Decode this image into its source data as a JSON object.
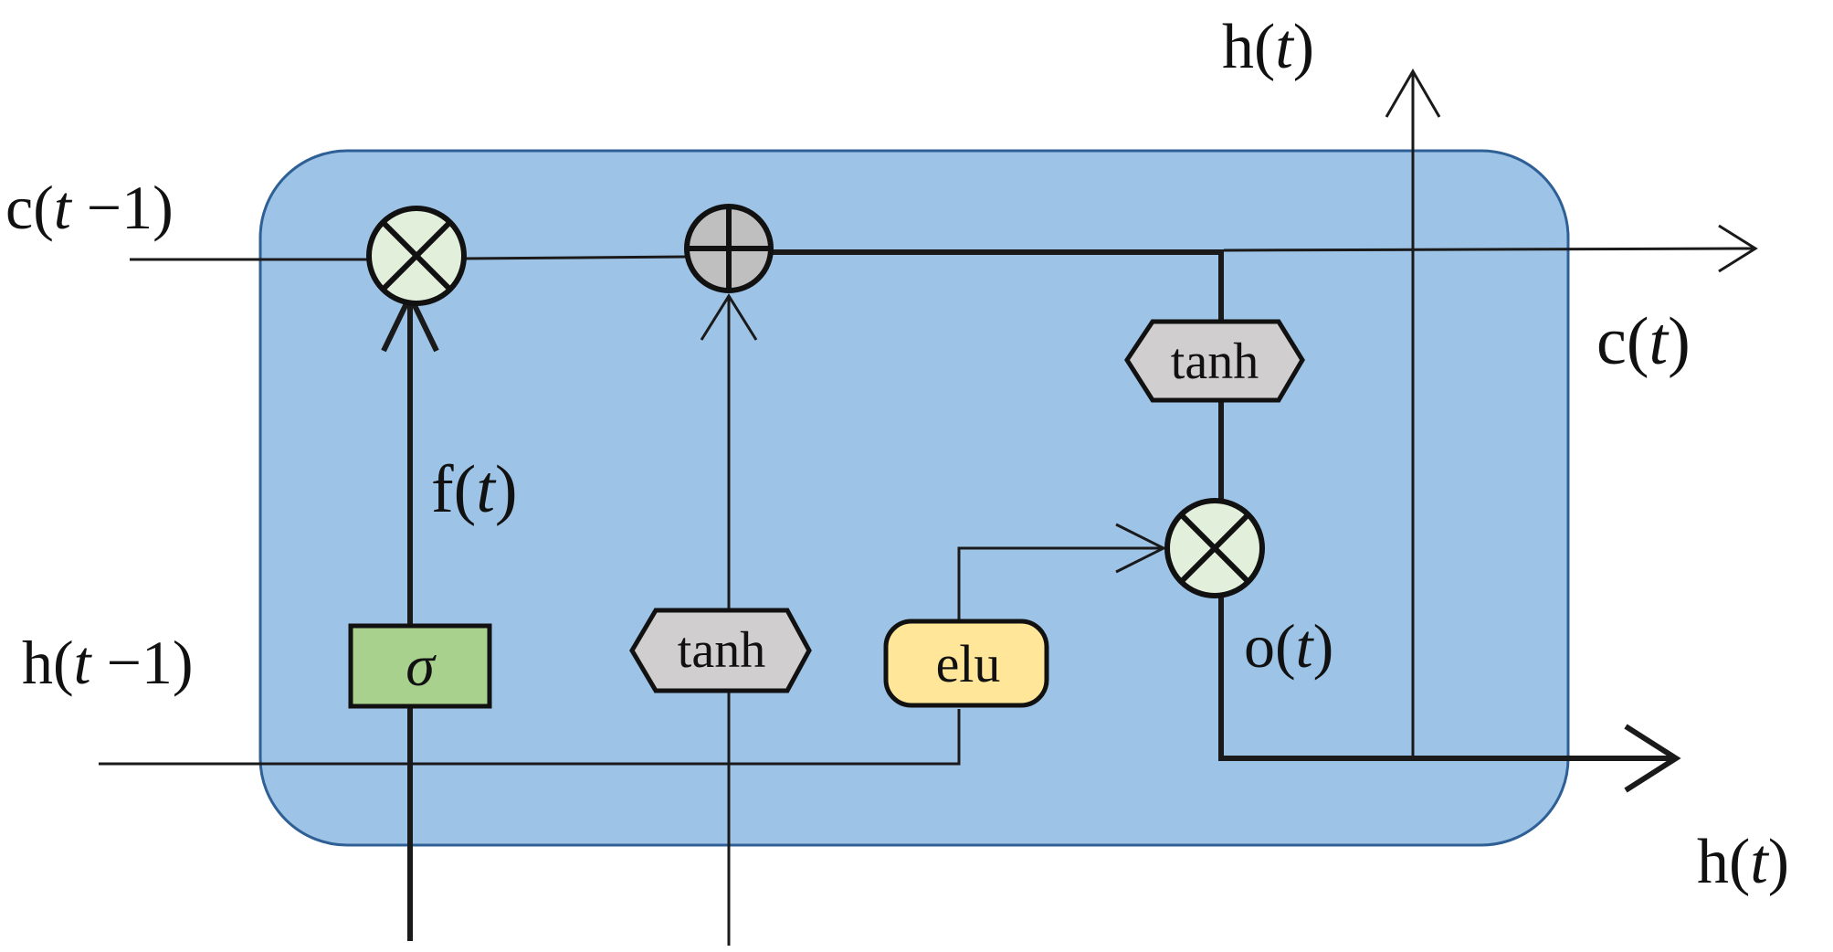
{
  "labels": {
    "c_prev": {
      "fn": "c",
      "arg": "t",
      "suffix": " −1"
    },
    "h_prev": {
      "fn": "h",
      "arg": "t",
      "suffix": " −1"
    },
    "f_t": {
      "fn": "f",
      "arg": "t",
      "suffix": ""
    },
    "o_t": {
      "fn": "o",
      "arg": "t",
      "suffix": ""
    },
    "c_t": {
      "fn": "c",
      "arg": "t",
      "suffix": ""
    },
    "h_t_top": {
      "fn": "h",
      "arg": "t",
      "suffix": ""
    },
    "h_t_bottom": {
      "fn": "h",
      "arg": "t",
      "suffix": ""
    }
  },
  "blocks": {
    "sigma": "σ",
    "tanh_input": "tanh",
    "tanh_cell": "tanh",
    "elu": "elu"
  },
  "colors": {
    "cell_fill": "#9dc3e6",
    "cell_stroke": "#2e5f95",
    "sigma_fill": "#a9d18e",
    "elu_fill": "#ffe699",
    "tanh_fill": "#d0cece",
    "op_fill": "#e2efda",
    "add_fill": "#bfbfbf"
  }
}
